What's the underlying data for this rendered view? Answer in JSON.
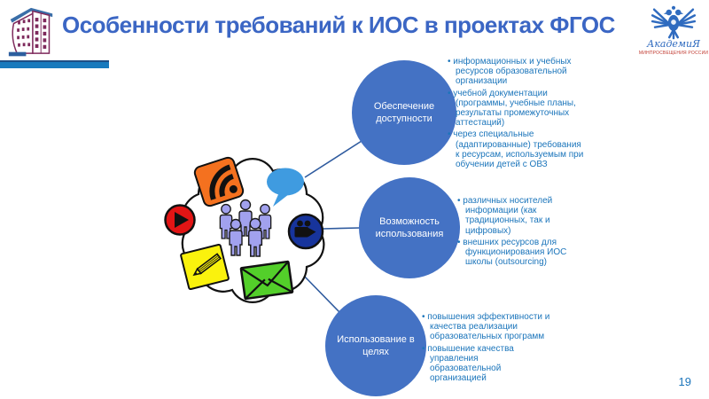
{
  "slide": {
    "title": "Особенности требований к ИОС в проектах ФГОС",
    "page_number": "19"
  },
  "header": {
    "academy_logo": {
      "name": "АкадемиЯ",
      "tagline": "МИНПРОСВЕЩЕНИЯ РОССИИ"
    }
  },
  "diagram": {
    "nodes": [
      {
        "label": "Обеспечение доступности",
        "bullets": [
          "информационных и учебных ресурсов образовательной организации",
          "учебной документации (программы, учебные планы, результаты промежуточных аттестаций)",
          "через специальные (адаптированные) требования к ресурсам, используемым при обучении детей с ОВЗ"
        ]
      },
      {
        "label": "Возможность использования",
        "bullets": [
          "различных носителей информации (как традиционных, так и цифровых)",
          "внешних ресурсов для функционирования ИОС школы (outsourcing)"
        ]
      },
      {
        "label": "Использование в целях",
        "bullets": [
          "повышения эффективности и качества реализации образовательных программ",
          "повышение качества управления образовательной организацией"
        ]
      }
    ],
    "cloud_icons": [
      "rss",
      "speech-bubble",
      "play",
      "people-group",
      "video-camera",
      "pencil-note",
      "email-envelope"
    ]
  },
  "colors": {
    "title": "#3B66C4",
    "node_fill": "#4472C4",
    "bullet_text": "#1B75BB",
    "divider_bar": "#187ABD",
    "connector_line": "#2E5A9E",
    "page_number": "#1B75BB"
  }
}
